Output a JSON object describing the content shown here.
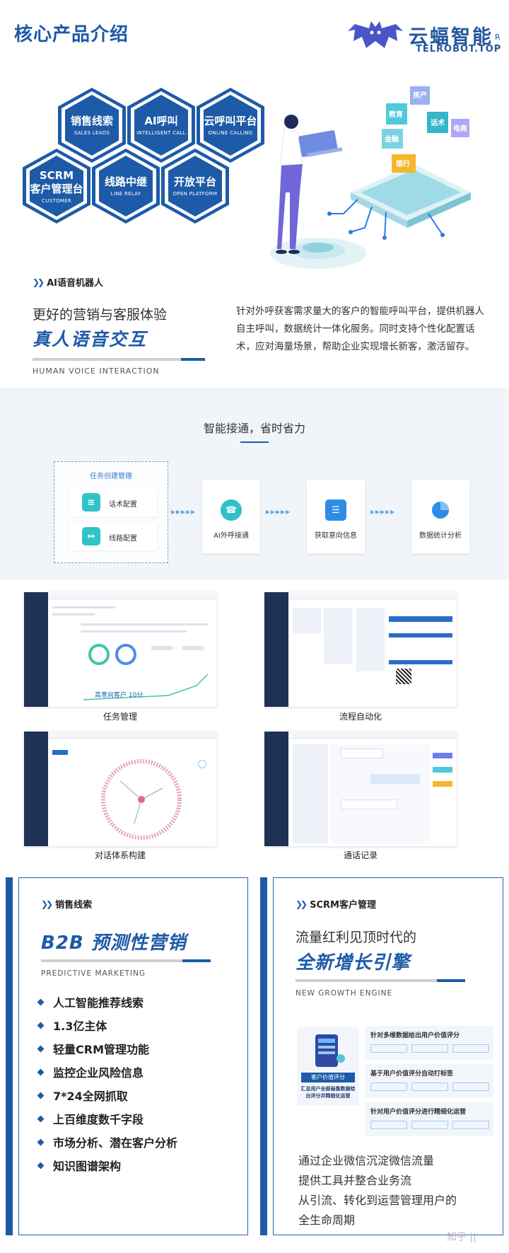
{
  "header": {
    "title": "核心产品介绍",
    "logo_name": "云蝠智能",
    "logo_reg": "R",
    "logo_url": "TELROBOT.TOP"
  },
  "hexagons": [
    {
      "cn": "销售线索",
      "en": "SALES LEADS"
    },
    {
      "cn": "AI呼叫",
      "en": "INTELLIGENT CALL"
    },
    {
      "cn": "云呼叫平台",
      "en": "ONLINE CALLING"
    },
    {
      "cn1": "SCRM",
      "cn2": "客户管理台",
      "en": "CUSTOMER"
    },
    {
      "cn": "线路中继",
      "en": "LINE RELAY"
    },
    {
      "cn": "开放平台",
      "en": "OPEN PLATFORM"
    }
  ],
  "illustration": {
    "cubes": [
      "房产",
      "教育",
      "话术",
      "金融",
      "电商",
      "银行"
    ]
  },
  "ai_section": {
    "tag": "AI语音机器人",
    "subtitle": "更好的营销与客服体验",
    "headline": "真人语音交互",
    "english": "HUMAN VOICE INTERACTION",
    "description": "针对外呼获客需求量大的客户的智能呼叫平台，提供机器人自主呼叫，数据统计一体化服务。同时支持个性化配置话术，应对海量场景，帮助企业实现增长新客，激活留存。"
  },
  "flow": {
    "title": "智能接通，省时省力",
    "task_title": "任务创建管理",
    "task_items": [
      "话术配置",
      "线路配置"
    ],
    "steps": [
      "AI外呼接通",
      "获取意向信息",
      "数据统计分析"
    ]
  },
  "screenshots": [
    {
      "caption": "任务管理",
      "overlay": "高意向客户 10分"
    },
    {
      "caption": "流程自动化"
    },
    {
      "caption": "对话体系构建"
    },
    {
      "caption": "通话记录"
    }
  ],
  "sales_card": {
    "tag": "销售线索",
    "headline": "B2B 预测性营销",
    "english": "PREDICTIVE MARKETING",
    "bullets": [
      "人工智能推荐线索",
      "1.3亿主体",
      "轻量CRM管理功能",
      "监控企业风险信息",
      "7*24全网抓取",
      "上百维度数千字段",
      "市场分析、潜在客户分析",
      "知识图谱架构"
    ]
  },
  "scrm_card": {
    "tag": "SCRM客户管理",
    "subtitle": "流量红利见顶时代的",
    "headline": "全新增长引擎",
    "english": "NEW GROWTH ENGINE",
    "value_label": "客户价值评分",
    "value_desc": "汇总用户全部画像数据给出评分并精细化运营",
    "value_items": [
      "针对多维数据给出用户价值评分",
      "基于用户价值评分自动打标签",
      "针对用户价值评分进行精细化运营"
    ],
    "closing": [
      "通过企业微信沉淀微信流量",
      "提供工具并整合业务流",
      "从引流、转化到运营管理用户的",
      "全生命周期"
    ]
  },
  "watermark": "知乎 ||"
}
